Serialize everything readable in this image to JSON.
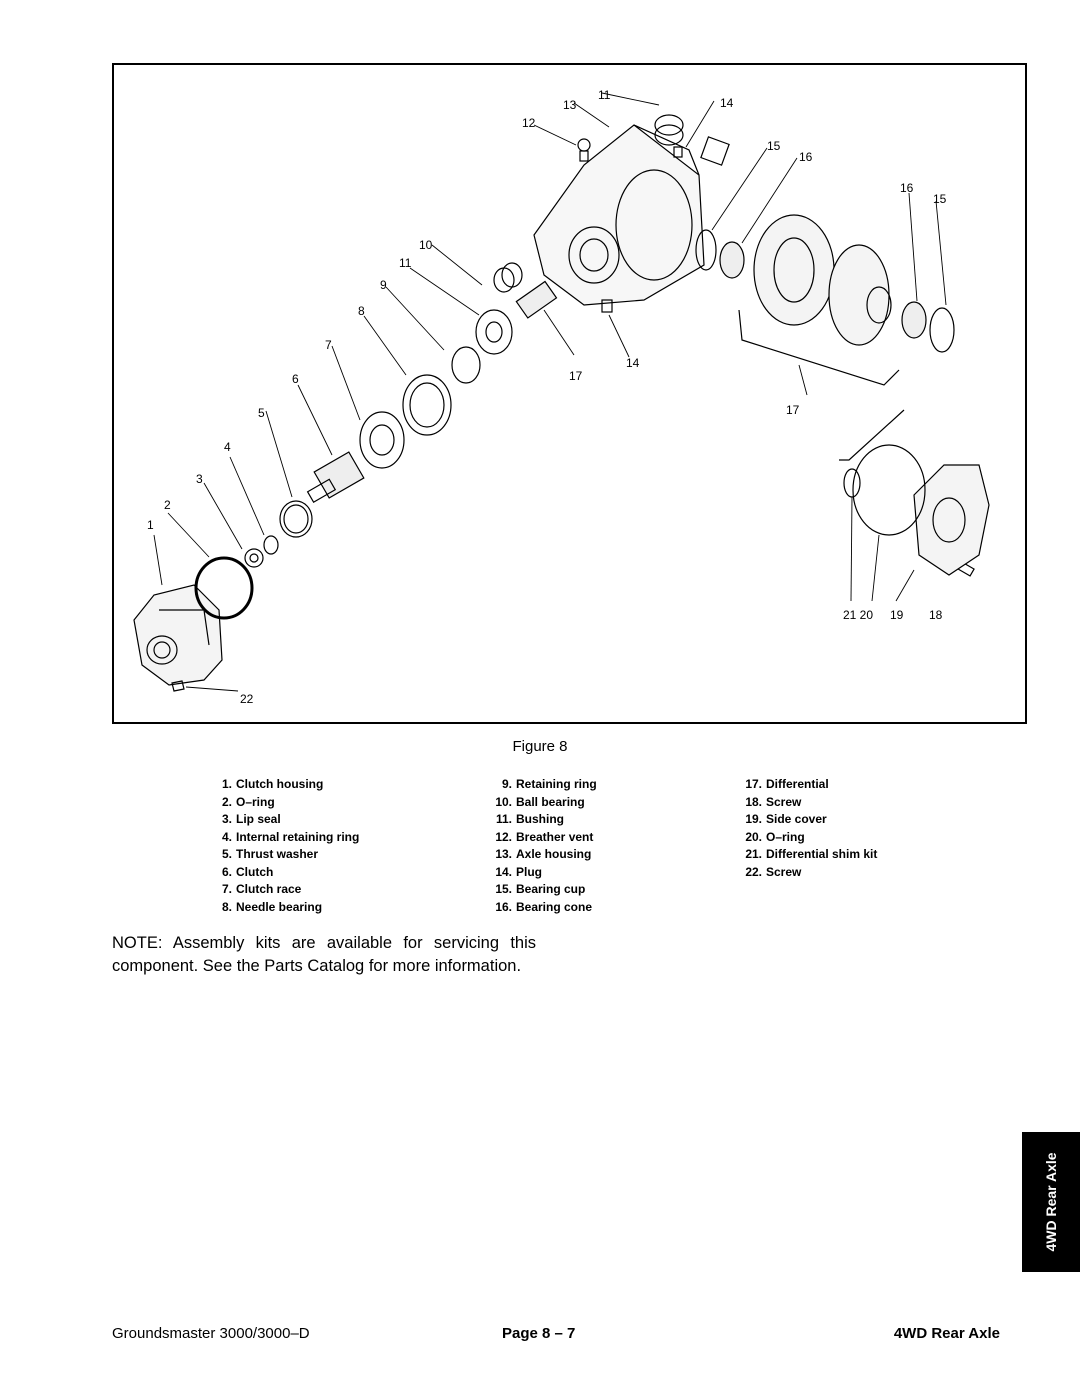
{
  "figure": {
    "caption": "Figure 8",
    "callouts": [
      "1",
      "2",
      "3",
      "4",
      "5",
      "6",
      "7",
      "8",
      "9",
      "10",
      "11",
      "11",
      "12",
      "13",
      "14",
      "14",
      "15",
      "15",
      "16",
      "16",
      "17",
      "17",
      "21 20",
      "19",
      "18",
      "22"
    ]
  },
  "legend": {
    "col1": [
      {
        "num": "1.",
        "text": "Clutch housing"
      },
      {
        "num": "2.",
        "text": "O–ring"
      },
      {
        "num": "3.",
        "text": "Lip seal"
      },
      {
        "num": "4.",
        "text": "Internal retaining ring"
      },
      {
        "num": "5.",
        "text": "Thrust washer"
      },
      {
        "num": "6.",
        "text": "Clutch"
      },
      {
        "num": "7.",
        "text": "Clutch race"
      },
      {
        "num": "8.",
        "text": "Needle bearing"
      }
    ],
    "col2": [
      {
        "num": "9.",
        "text": "Retaining ring"
      },
      {
        "num": "10.",
        "text": "Ball bearing"
      },
      {
        "num": "11.",
        "text": "Bushing"
      },
      {
        "num": "12.",
        "text": "Breather vent"
      },
      {
        "num": "13.",
        "text": "Axle housing"
      },
      {
        "num": "14.",
        "text": "Plug"
      },
      {
        "num": "15.",
        "text": "Bearing cup"
      },
      {
        "num": "16.",
        "text": "Bearing cone"
      }
    ],
    "col3": [
      {
        "num": "17.",
        "text": "Differential"
      },
      {
        "num": "18.",
        "text": "Screw"
      },
      {
        "num": "19.",
        "text": "Side cover"
      },
      {
        "num": "20.",
        "text": "O–ring"
      },
      {
        "num": "21.",
        "text": "Differential shim kit"
      },
      {
        "num": "22.",
        "text": "Screw"
      }
    ]
  },
  "note": "NOTE: Assembly kits are available for servicing this component. See the Parts Catalog for more information.",
  "side_tab": "4WD Rear Axle",
  "footer": {
    "left": "Groundsmaster 3000/3000–D",
    "center": "Page 8 – 7",
    "right": "4WD Rear Axle"
  }
}
